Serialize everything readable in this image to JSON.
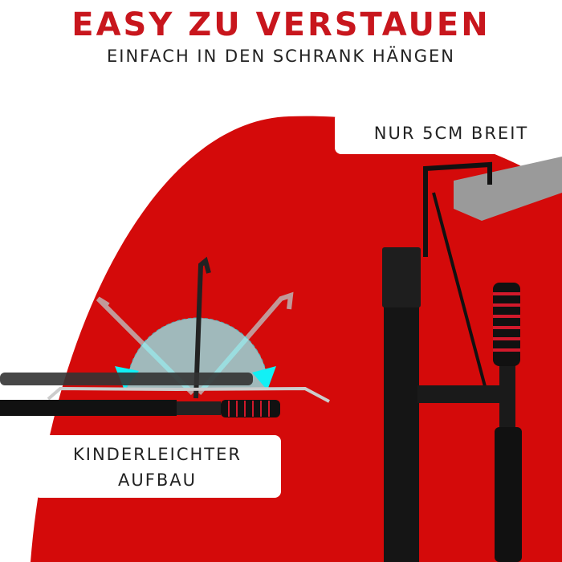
{
  "headline": "EASY ZU VERSTAUEN",
  "subheadline": "EINFACH IN DEN SCHRANK HÄNGEN",
  "callouts": {
    "width": "NUR 5CM BREIT",
    "assembly_line1": "KINDERLEICHTER",
    "assembly_line2": "AUFBAU"
  },
  "colors": {
    "accent": "#c8161d",
    "background_shape": "#d40a0a",
    "rotation_indicator": "#22e6f0"
  }
}
